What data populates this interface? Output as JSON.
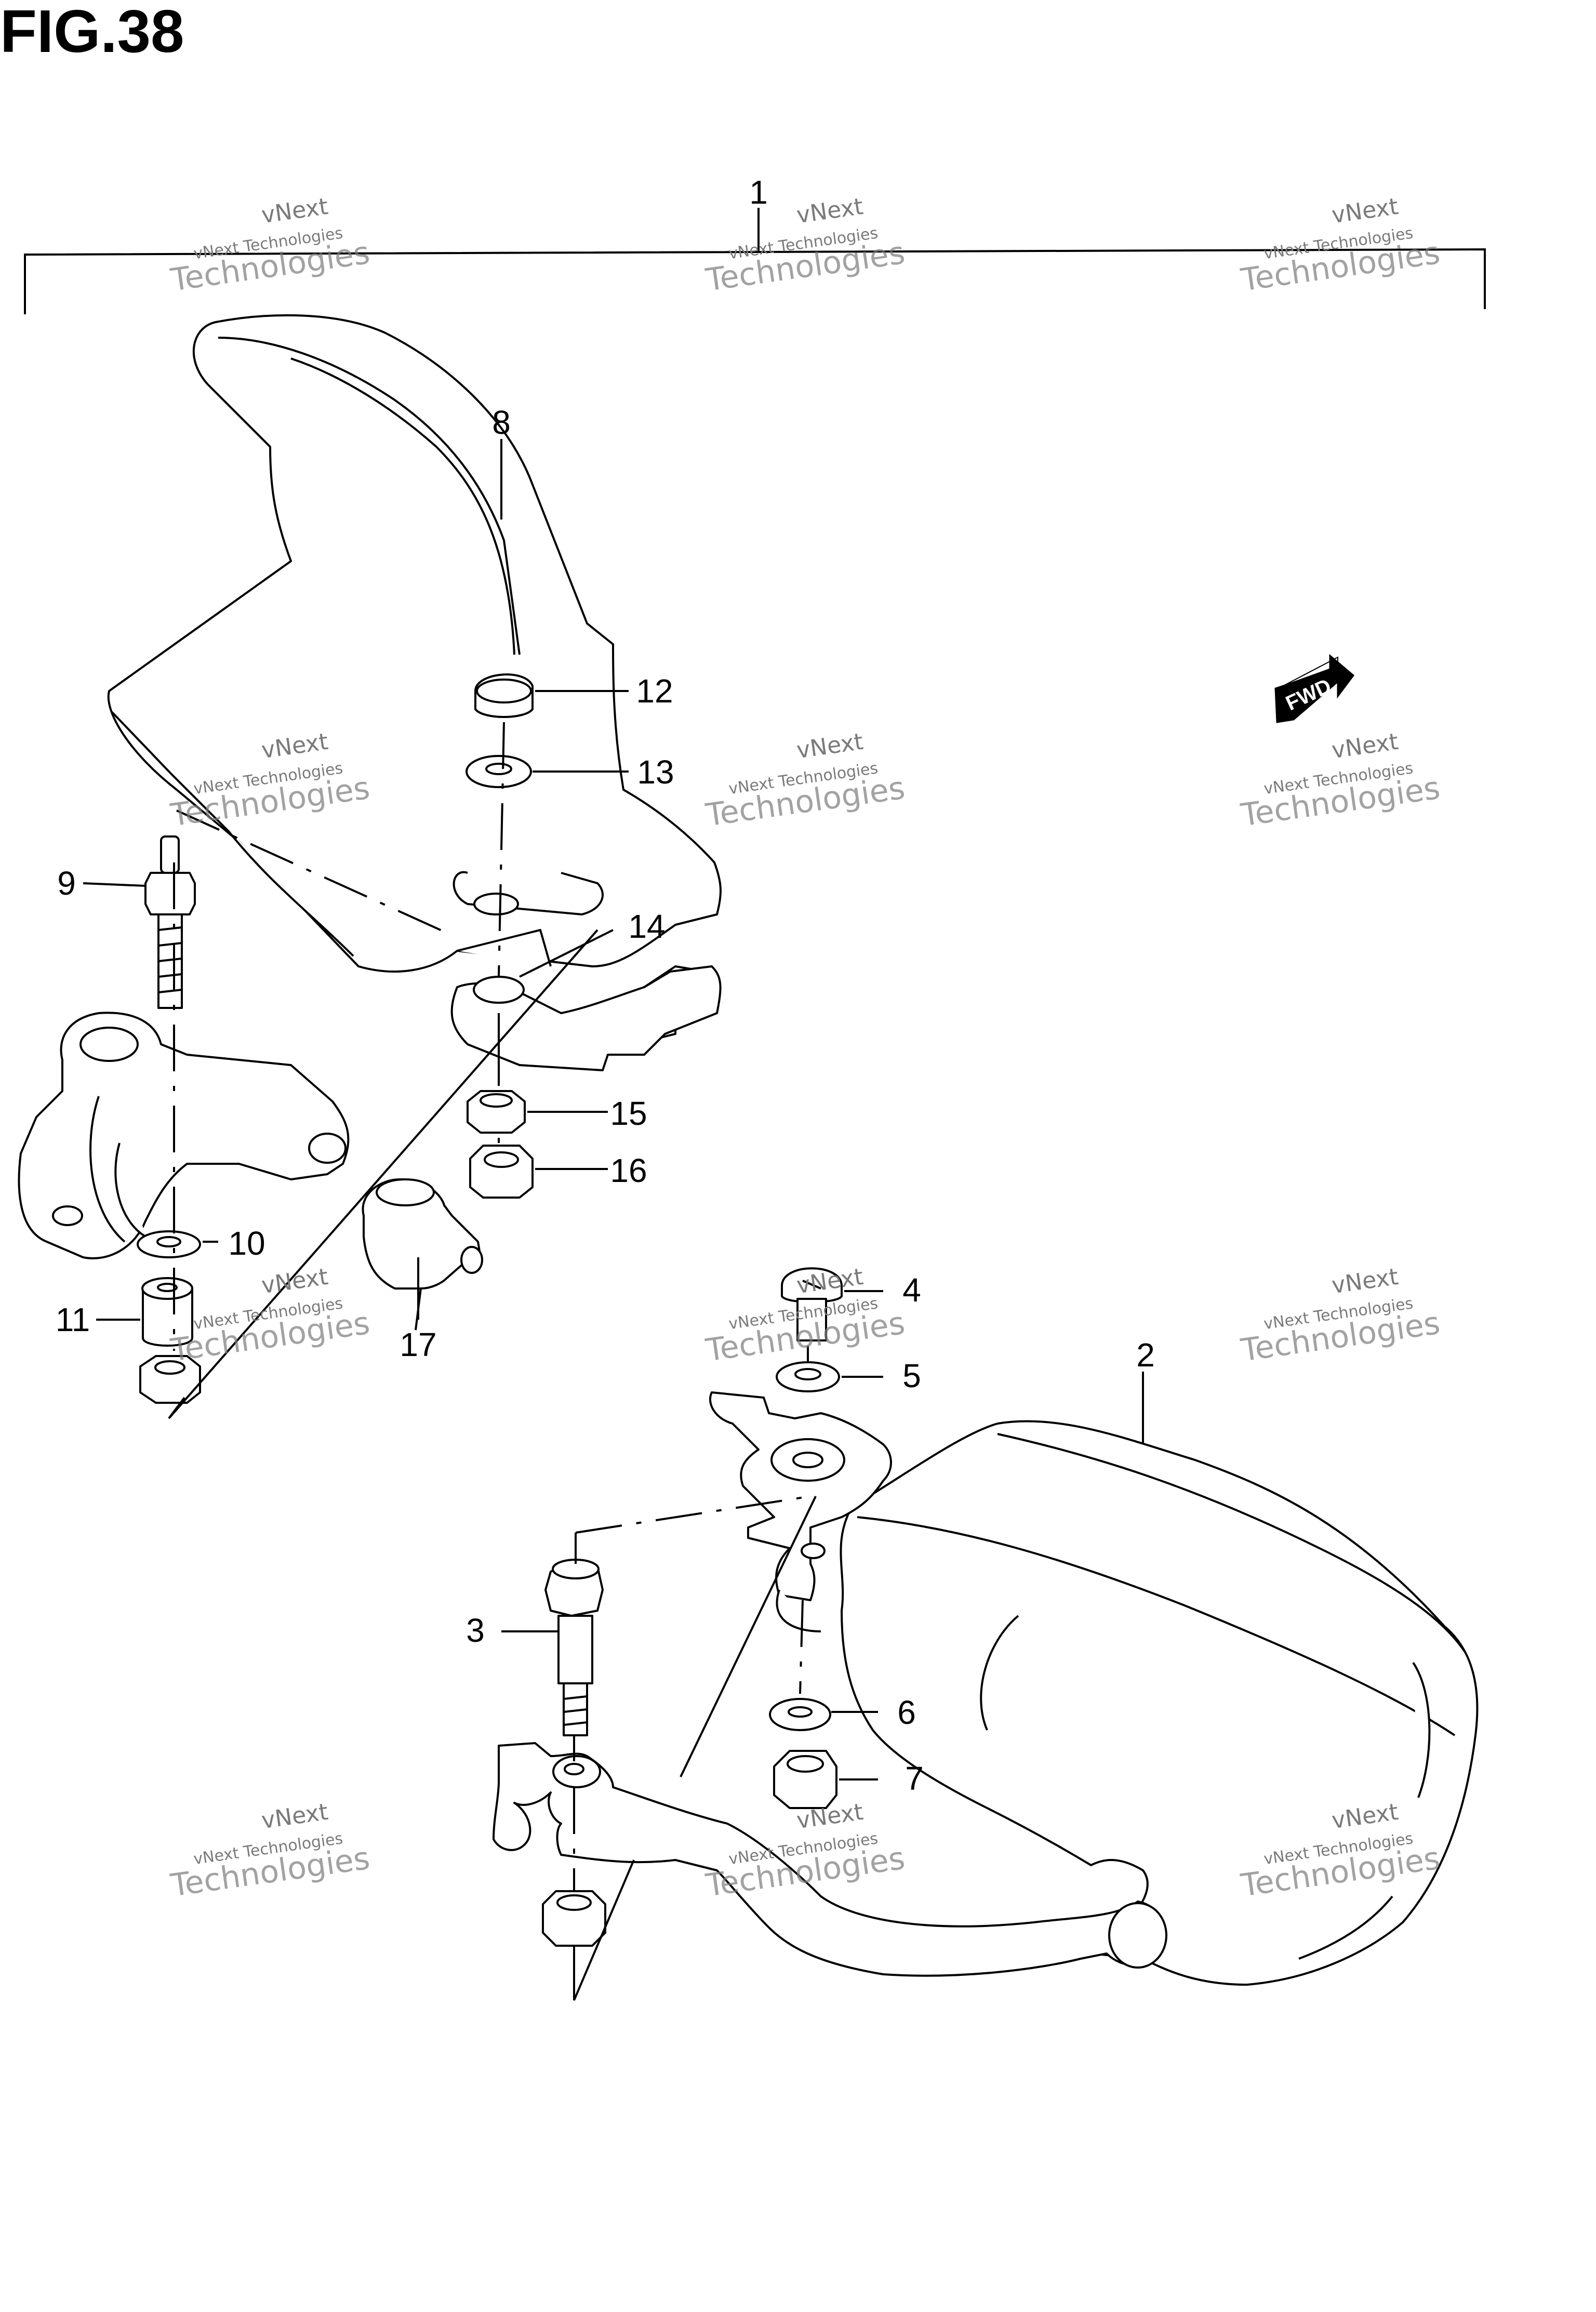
{
  "figure": {
    "title": "FIG.38"
  },
  "callouts": {
    "c1": "1",
    "c2": "2",
    "c3": "3",
    "c4": "4",
    "c5": "5",
    "c6": "6",
    "c7": "7",
    "c8": "8",
    "c9": "9",
    "c10": "10",
    "c11": "11",
    "c12": "12",
    "c13": "13",
    "c14": "14",
    "c15": "15",
    "c16": "16",
    "c17": "17"
  },
  "fwd_badge": {
    "label": "FWD"
  },
  "watermark": {
    "line1": "vNext",
    "line2": "vNext Technologies",
    "line3": "Technologies"
  }
}
